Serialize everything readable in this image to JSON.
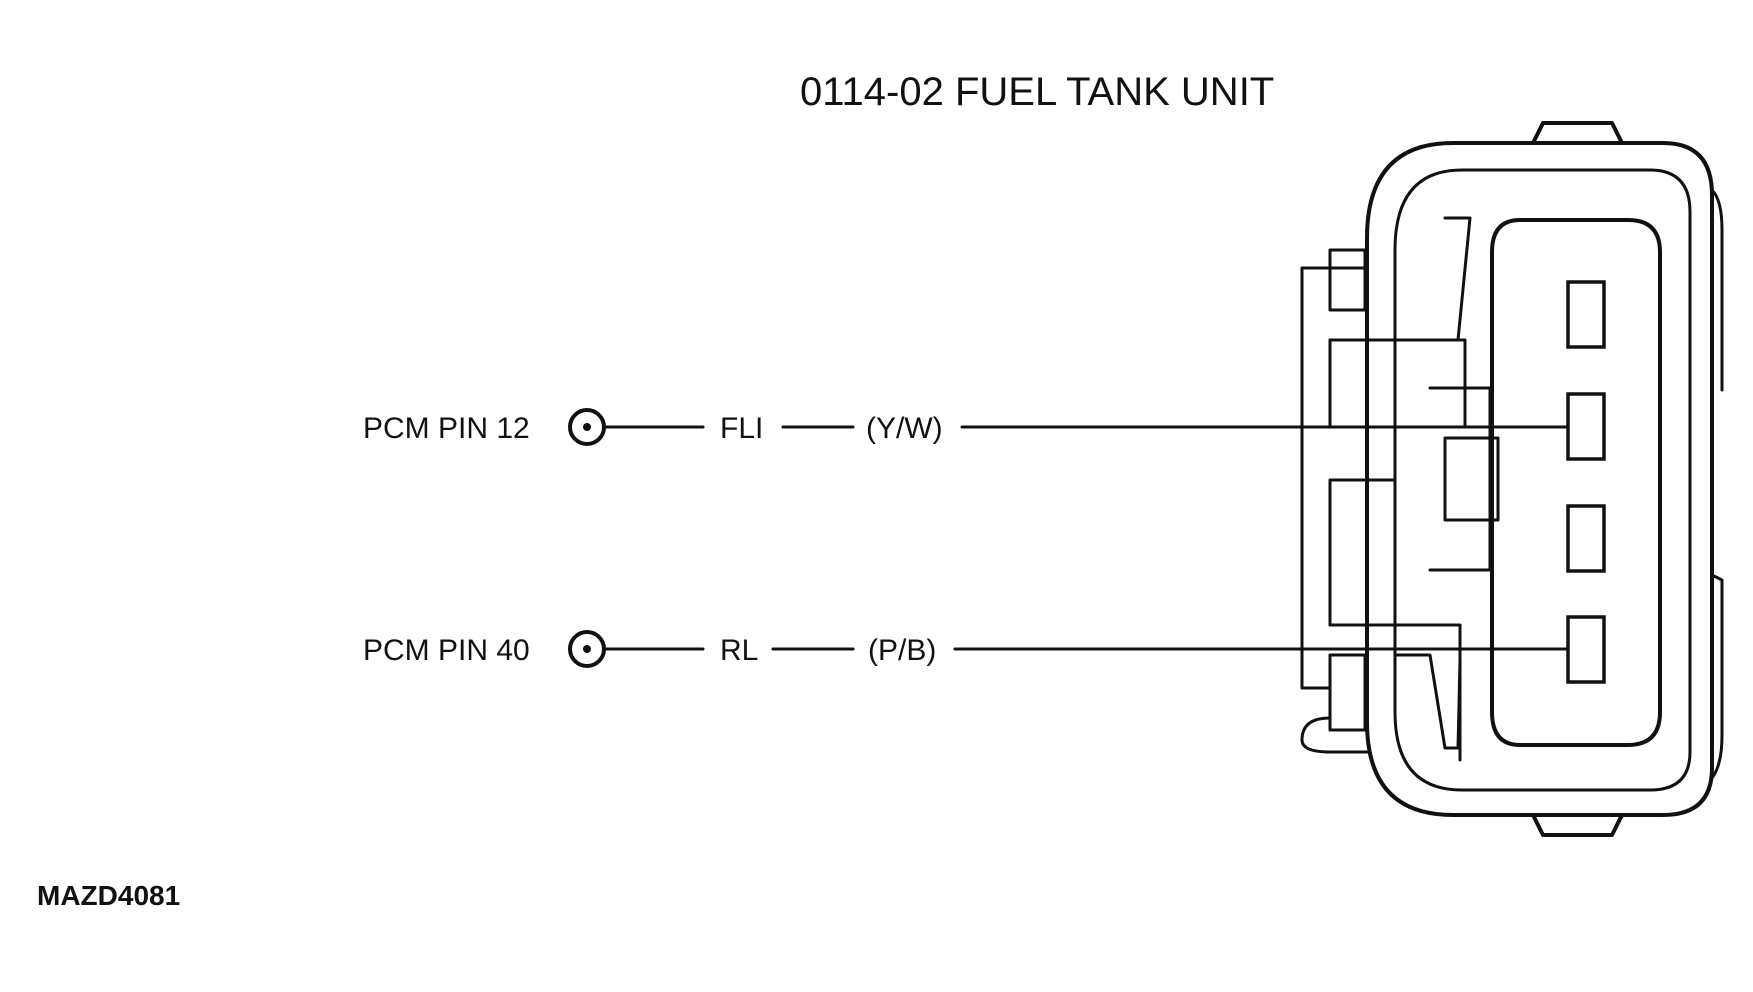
{
  "title": "0114-02 FUEL TANK UNIT",
  "figure_id": "MAZD4081",
  "circuits": [
    {
      "source": "PCM PIN 12",
      "circuit": "FLI",
      "wire_color": "(Y/W)"
    },
    {
      "source": "PCM PIN 40",
      "circuit": "RL",
      "wire_color": "(P/B)"
    }
  ],
  "colors": {
    "ink": "#111111",
    "background": "#ffffff"
  }
}
